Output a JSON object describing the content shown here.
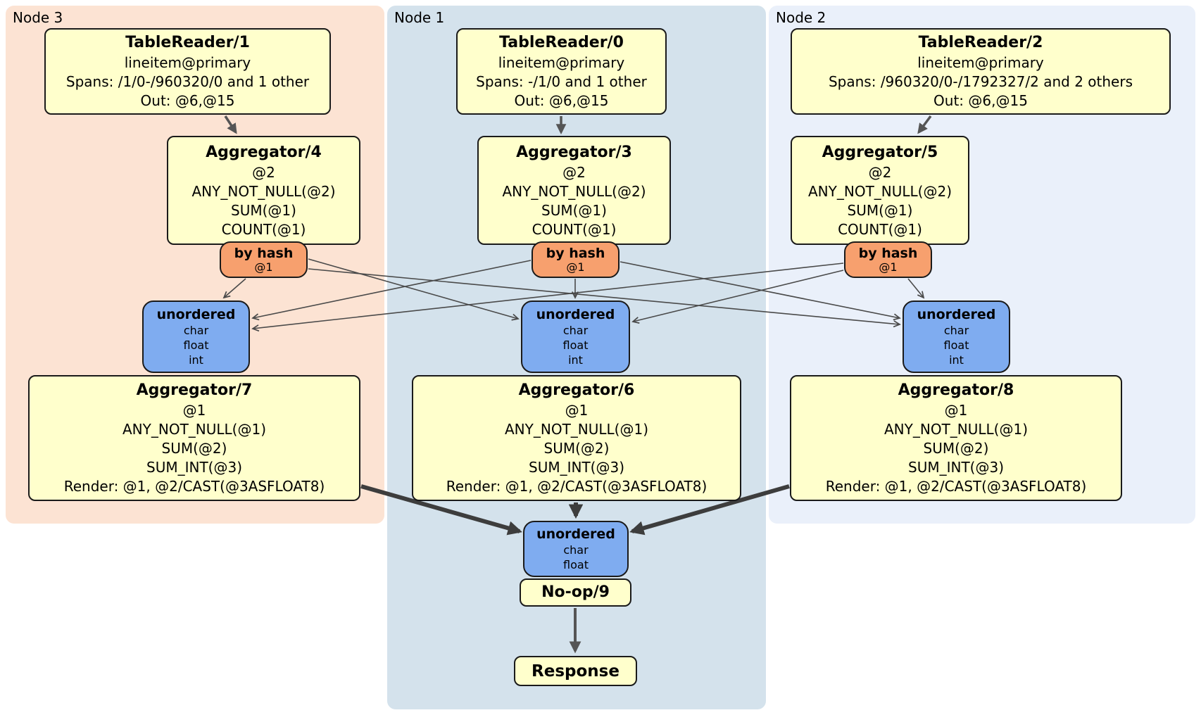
{
  "nodes": {
    "node3": {
      "label": "Node 3"
    },
    "node1": {
      "label": "Node 1"
    },
    "node2": {
      "label": "Node 2"
    }
  },
  "processors": {
    "tr1": {
      "title": "TableReader/1",
      "lines": [
        "lineitem@primary",
        "Spans: /1/0-/960320/0 and 1 other",
        "Out: @6,@15"
      ]
    },
    "tr0": {
      "title": "TableReader/0",
      "lines": [
        "lineitem@primary",
        "Spans: -/1/0 and 1 other",
        "Out: @6,@15"
      ]
    },
    "tr2": {
      "title": "TableReader/2",
      "lines": [
        "lineitem@primary",
        "Spans: /960320/0-/1792327/2 and 2 others",
        "Out: @6,@15"
      ]
    },
    "agg4": {
      "title": "Aggregator/4",
      "lines": [
        "@2",
        "ANY_NOT_NULL(@2)",
        "SUM(@1)",
        "COUNT(@1)"
      ]
    },
    "agg3": {
      "title": "Aggregator/3",
      "lines": [
        "@2",
        "ANY_NOT_NULL(@2)",
        "SUM(@1)",
        "COUNT(@1)"
      ]
    },
    "agg5": {
      "title": "Aggregator/5",
      "lines": [
        "@2",
        "ANY_NOT_NULL(@2)",
        "SUM(@1)",
        "COUNT(@1)"
      ]
    },
    "agg7": {
      "title": "Aggregator/7",
      "lines": [
        "@1",
        "ANY_NOT_NULL(@1)",
        "SUM(@2)",
        "SUM_INT(@3)",
        "Render: @1, @2/CAST(@3ASFLOAT8)"
      ]
    },
    "agg6": {
      "title": "Aggregator/6",
      "lines": [
        "@1",
        "ANY_NOT_NULL(@1)",
        "SUM(@2)",
        "SUM_INT(@3)",
        "Render: @1, @2/CAST(@3ASFLOAT8)"
      ]
    },
    "agg8": {
      "title": "Aggregator/8",
      "lines": [
        "@1",
        "ANY_NOT_NULL(@1)",
        "SUM(@2)",
        "SUM_INT(@3)",
        "Render: @1, @2/CAST(@3ASFLOAT8)"
      ]
    },
    "noop": {
      "title": "No-op/9"
    },
    "response": {
      "title": "Response"
    }
  },
  "routers": {
    "hash3": {
      "title": "by hash",
      "detail": "@1"
    },
    "hash1": {
      "title": "by hash",
      "detail": "@1"
    },
    "hash2": {
      "title": "by hash",
      "detail": "@1"
    }
  },
  "syncs": {
    "sync3": {
      "title": "unordered",
      "types": [
        "char",
        "float",
        "int"
      ]
    },
    "sync1": {
      "title": "unordered",
      "types": [
        "char",
        "float",
        "int"
      ]
    },
    "sync2": {
      "title": "unordered",
      "types": [
        "char",
        "float",
        "int"
      ]
    },
    "final": {
      "title": "unordered",
      "types": [
        "char",
        "float"
      ]
    }
  },
  "edges": [
    {
      "from": "TableReader/1",
      "to": "Aggregator/4"
    },
    {
      "from": "TableReader/0",
      "to": "Aggregator/3"
    },
    {
      "from": "TableReader/2",
      "to": "Aggregator/5"
    },
    {
      "from": "by hash (Node 3)",
      "to": "unordered (Node 3)"
    },
    {
      "from": "by hash (Node 3)",
      "to": "unordered (Node 1)"
    },
    {
      "from": "by hash (Node 3)",
      "to": "unordered (Node 2)"
    },
    {
      "from": "by hash (Node 1)",
      "to": "unordered (Node 3)"
    },
    {
      "from": "by hash (Node 1)",
      "to": "unordered (Node 1)"
    },
    {
      "from": "by hash (Node 1)",
      "to": "unordered (Node 2)"
    },
    {
      "from": "by hash (Node 2)",
      "to": "unordered (Node 3)"
    },
    {
      "from": "by hash (Node 2)",
      "to": "unordered (Node 1)"
    },
    {
      "from": "by hash (Node 2)",
      "to": "unordered (Node 2)"
    },
    {
      "from": "Aggregator/7",
      "to": "unordered (final)"
    },
    {
      "from": "Aggregator/6",
      "to": "unordered (final)"
    },
    {
      "from": "Aggregator/8",
      "to": "unordered (final)"
    },
    {
      "from": "No-op/9",
      "to": "Response"
    }
  ],
  "colors": {
    "node3_bg": "#FCE3D3",
    "node1_bg": "#D4E2EC",
    "node2_bg": "#EAF0FA",
    "processor_fill": "#FFFFCC",
    "router_fill": "#F7A06E",
    "sync_fill": "#7FACF0",
    "box_border": "#1a1a1a",
    "thin_edge": "#4a4a4a",
    "medium_edge": "#555555",
    "thick_edge": "#3d3d3d"
  }
}
